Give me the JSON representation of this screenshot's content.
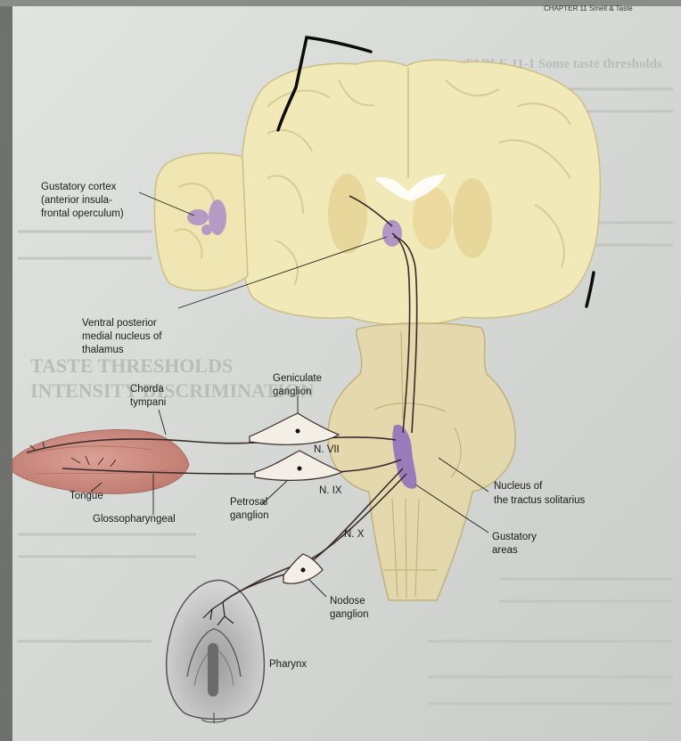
{
  "header": {
    "running_head": "CHAPTER 11  Smell & Taste"
  },
  "colors": {
    "page": "#d9dbd8",
    "brain": "#f2e9b9",
    "brainstem": "#e6d9a8",
    "gustatory_area": "#a788c7",
    "tongue": "#c98a7f",
    "nerve": "#3a2a2a",
    "annotation": "#0b0b0b"
  },
  "labels": {
    "cortex_1": "Gustatory cortex",
    "cortex_2": "(anterior insula-",
    "cortex_3": "frontal operculum)",
    "vpm_1": "Ventral posterior",
    "vpm_2": "medial nucleus of",
    "vpm_3": "thalamus",
    "geniculate_1": "Geniculate",
    "geniculate_2": "ganglion",
    "chorda_1": "Chorda",
    "chorda_2": "tympani",
    "n7": "N. VII",
    "n9": "N. IX",
    "n10": "N. X",
    "tongue": "Tongue",
    "glosso": "Glossopharyngeal",
    "petrosal_1": "Petrosal",
    "petrosal_2": "ganglion",
    "nts_1": "Nucleus of",
    "nts_2": "the tractus solitarius",
    "gust_areas_1": "Gustatory",
    "gust_areas_2": "areas",
    "nodose_1": "Nodose",
    "nodose_2": "ganglion",
    "pharynx": "Pharynx"
  },
  "background_text": {
    "table_heading": "TABLE 11-1  Some taste thresholds",
    "section_1": "TASTE THRESHOLDS",
    "section_2": "INTENSITY DISCRIMINATION"
  }
}
